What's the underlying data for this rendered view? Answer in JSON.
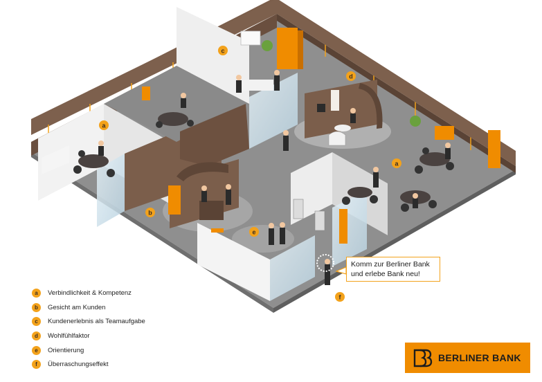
{
  "colors": {
    "accent": "#f3a21b",
    "brand": "#f08c00",
    "floor": "#8d8d8d",
    "floor_light": "#a9a9a9",
    "wall_brown": "#7b5e4b",
    "wall_brown_dark": "#5e4637",
    "wall_white": "#f4f4f4",
    "glass": "#cfe3ee",
    "furniture_dark": "#4a4240",
    "chair": "#333333"
  },
  "zones": [
    {
      "letter": "a",
      "label": "Verbindlichkeit & Kompetenz"
    },
    {
      "letter": "b",
      "label": "Gesicht am Kunden"
    },
    {
      "letter": "c",
      "label": "Kundenerlebnis als Teamaufgabe"
    },
    {
      "letter": "d",
      "label": "Wohlfühlfaktor"
    },
    {
      "letter": "e",
      "label": "Orientierung"
    },
    {
      "letter": "f",
      "label": "Überraschungseffekt"
    }
  ],
  "callout": {
    "line1": "Komm zur Berliner Bank",
    "line2": "und erlebe Bank neu!"
  },
  "logo": {
    "text": "BERLINER BANK",
    "mark_icon": "berliner-bank-mark-icon"
  }
}
